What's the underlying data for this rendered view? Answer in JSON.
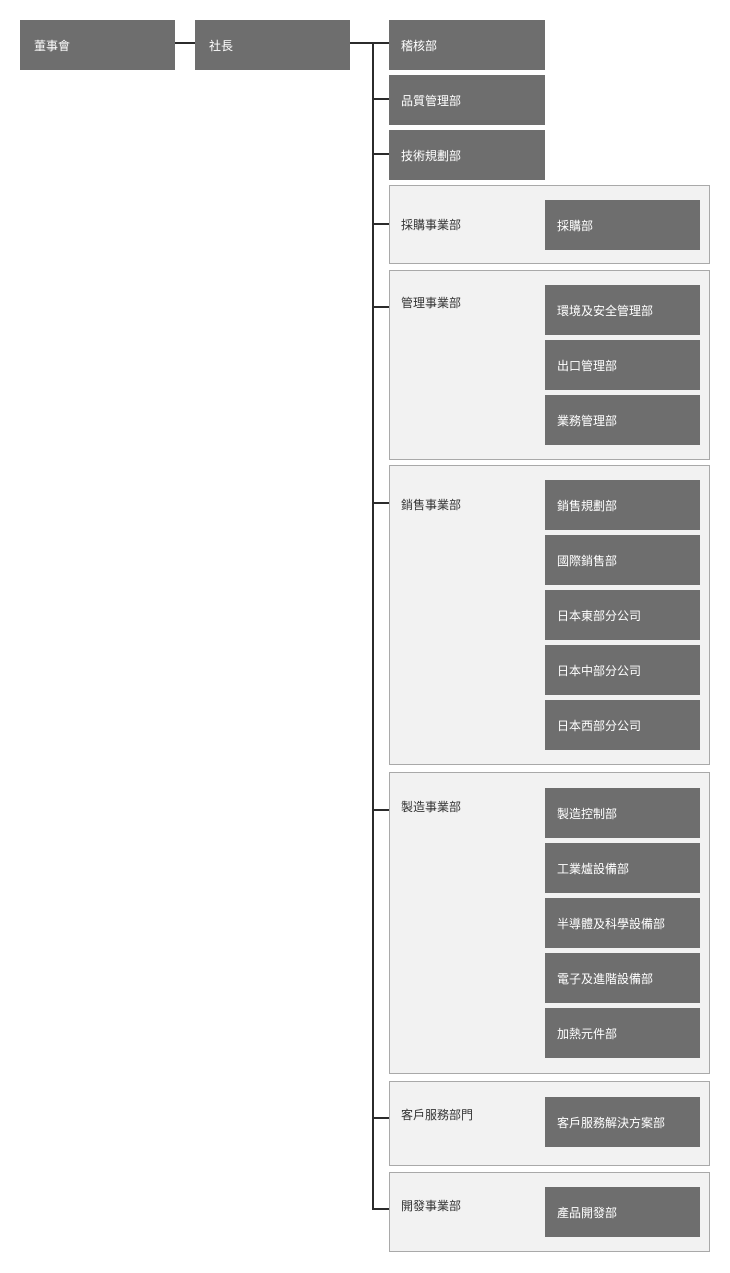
{
  "chart": {
    "board": "董事會",
    "president": "社長",
    "direct_departments": [
      "稽核部",
      "品質管理部",
      "技術規劃部"
    ],
    "divisions": [
      {
        "name": "採購事業部",
        "departments": [
          "採購部"
        ]
      },
      {
        "name": "管理事業部",
        "departments": [
          "環境及安全管理部",
          "出口管理部",
          "業務管理部"
        ]
      },
      {
        "name": "銷售事業部",
        "departments": [
          "銷售規劃部",
          "國際銷售部",
          "日本東部分公司",
          "日本中部分公司",
          "日本西部分公司"
        ]
      },
      {
        "name": "製造事業部",
        "departments": [
          "製造控制部",
          "工業爐設備部",
          "半導體及科學設備部",
          "電子及進階設備部",
          "加熱元件部"
        ]
      },
      {
        "name": "客戶服務部門",
        "departments": [
          "客戶服務解決方案部"
        ]
      },
      {
        "name": "開發事業部",
        "departments": [
          "產品開發部"
        ]
      }
    ]
  },
  "colors": {
    "box_fill": "#6e6e6e",
    "box_text": "#ffffff",
    "group_fill": "#f2f2f2",
    "group_border": "#a9a9a9",
    "connector": "#2b2b2b"
  }
}
